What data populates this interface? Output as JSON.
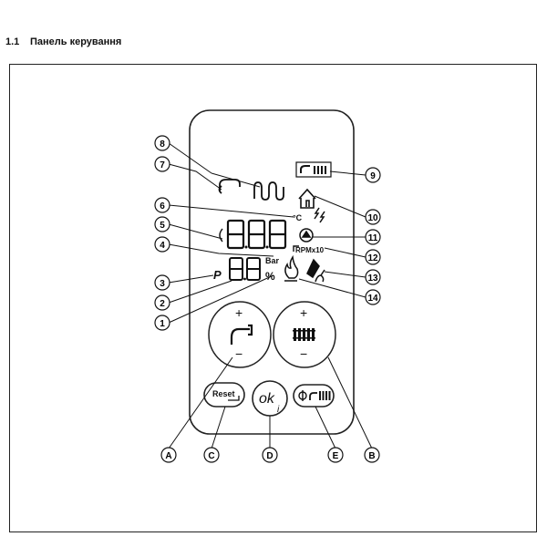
{
  "header": {
    "number": "1.1",
    "title": "Панель керування"
  },
  "display": {
    "unit_celsius": "°C",
    "unit_bar": "Bar",
    "unit_percent": "%",
    "p_symbol": "P",
    "rpm_label": "RPMx10"
  },
  "buttons": {
    "reset": "Reset",
    "ok": "ok",
    "ok_sub": "i",
    "plus": "+",
    "minus": "−"
  },
  "callouts": {
    "c1": "1",
    "c2": "2",
    "c3": "3",
    "c4": "4",
    "c5": "5",
    "c6": "6",
    "c7": "7",
    "c8": "8",
    "c9": "9",
    "c10": "10",
    "c11": "11",
    "c12": "12",
    "c13": "13",
    "c14": "14",
    "cA": "A",
    "cB": "B",
    "cC": "C",
    "cD": "D",
    "cE": "E"
  }
}
